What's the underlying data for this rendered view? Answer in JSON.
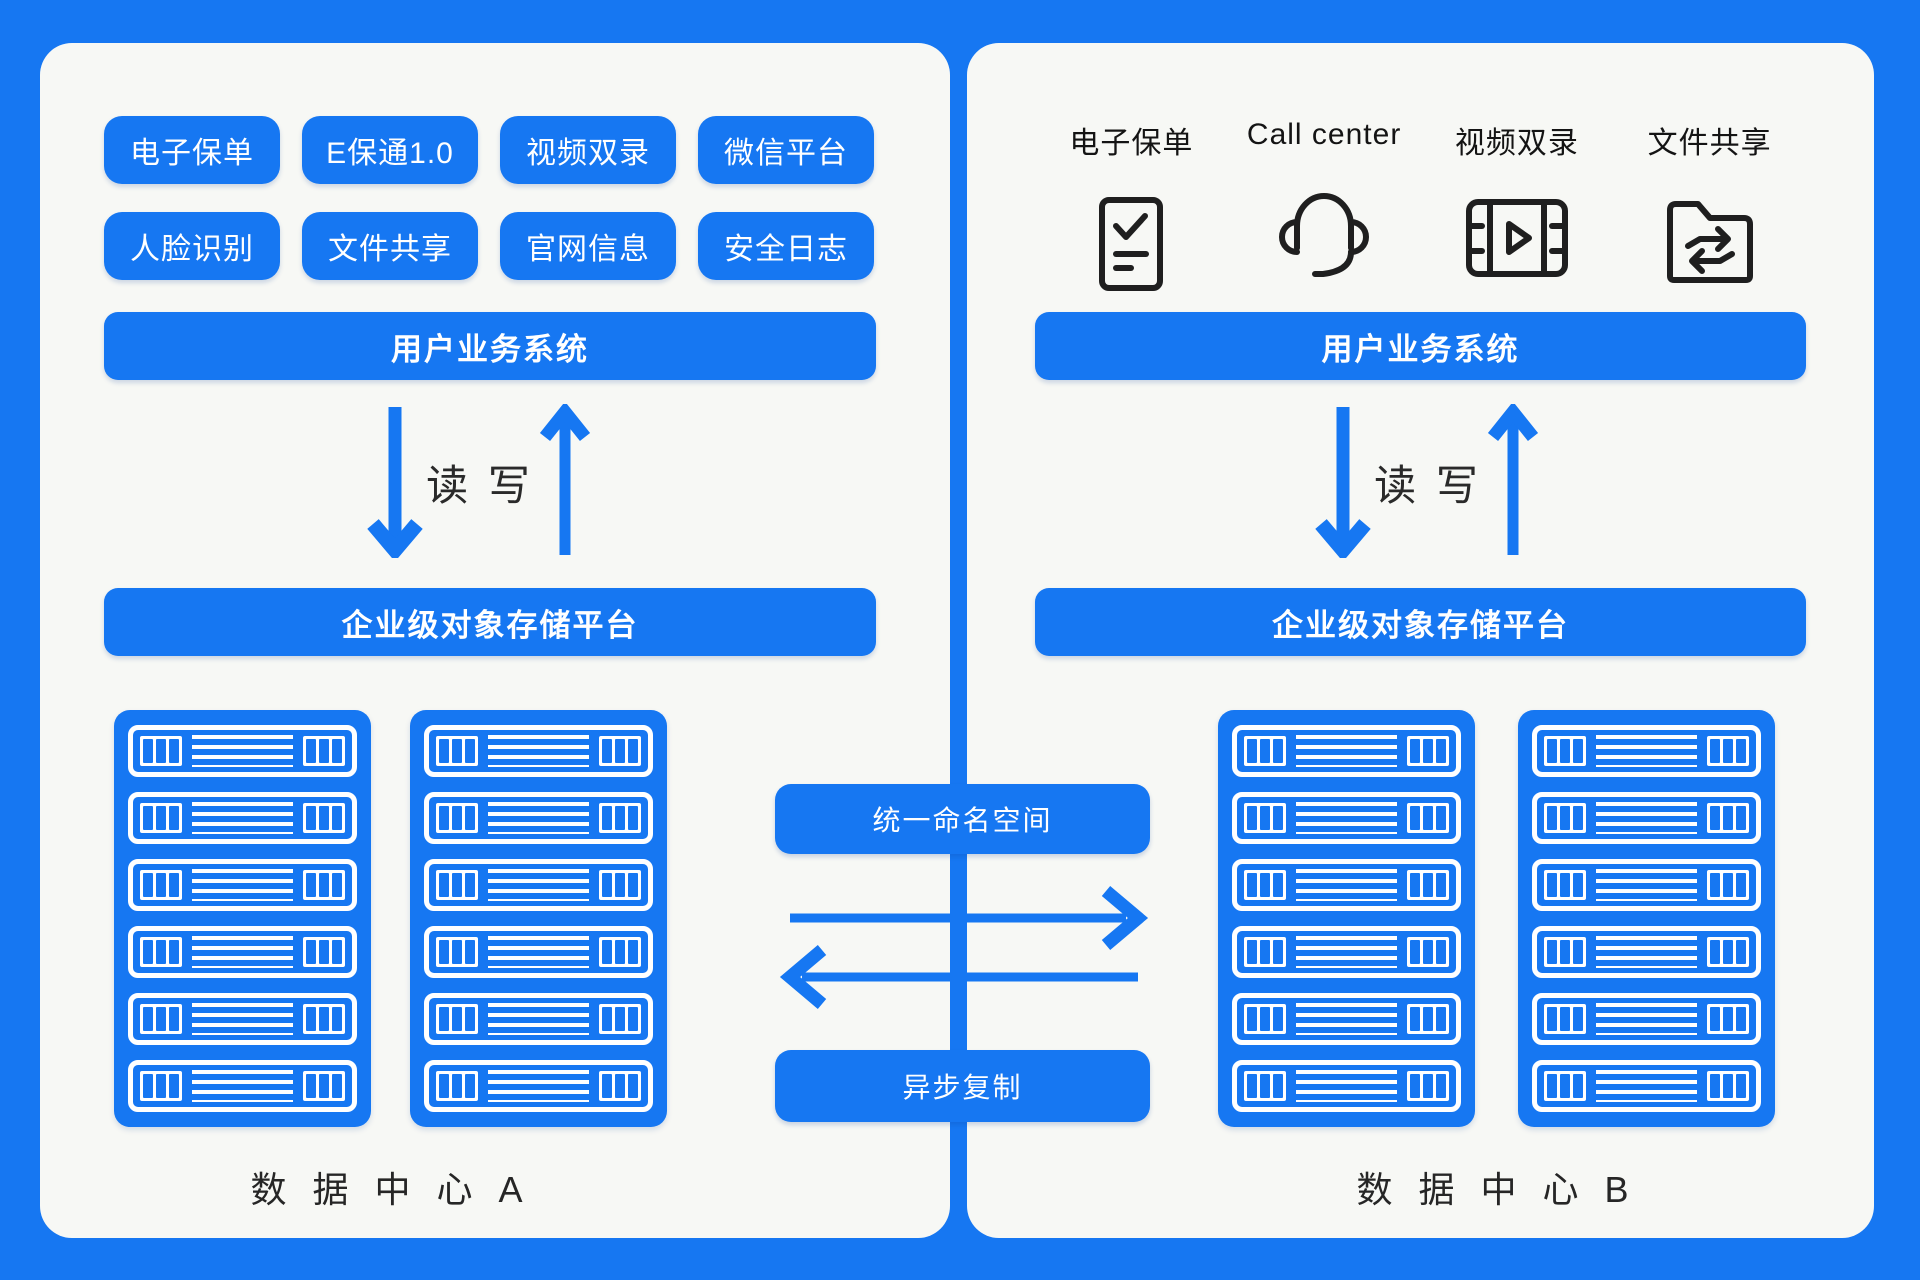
{
  "colors": {
    "blue": "#1677f2",
    "panel_bg": "#f7f8f5",
    "icon_ink": "#1f1f1f",
    "text_dark": "#2a2a2a"
  },
  "left_panel": {
    "apps": [
      "电子保单",
      "E保通1.0",
      "视频双录",
      "微信平台",
      "人脸识别",
      "文件共享",
      "官网信息",
      "安全日志"
    ],
    "business_bar": "用户业务系统",
    "rw_label": "读 写",
    "storage_bar": "企业级对象存储平台",
    "datacenter_label": "数 据 中 心 A"
  },
  "right_panel": {
    "services": [
      {
        "label": "电子保单",
        "icon": "policy-doc-icon"
      },
      {
        "label": "Call center",
        "icon": "headset-icon"
      },
      {
        "label": "视频双录",
        "icon": "video-record-icon"
      },
      {
        "label": "文件共享",
        "icon": "folder-share-icon"
      }
    ],
    "business_bar": "用户业务系统",
    "rw_label": "读 写",
    "storage_bar": "企业级对象存储平台",
    "datacenter_label": "数 据 中 心 B"
  },
  "middle": {
    "namespace_label": "统一命名空间",
    "replication_label": "异步复制"
  }
}
